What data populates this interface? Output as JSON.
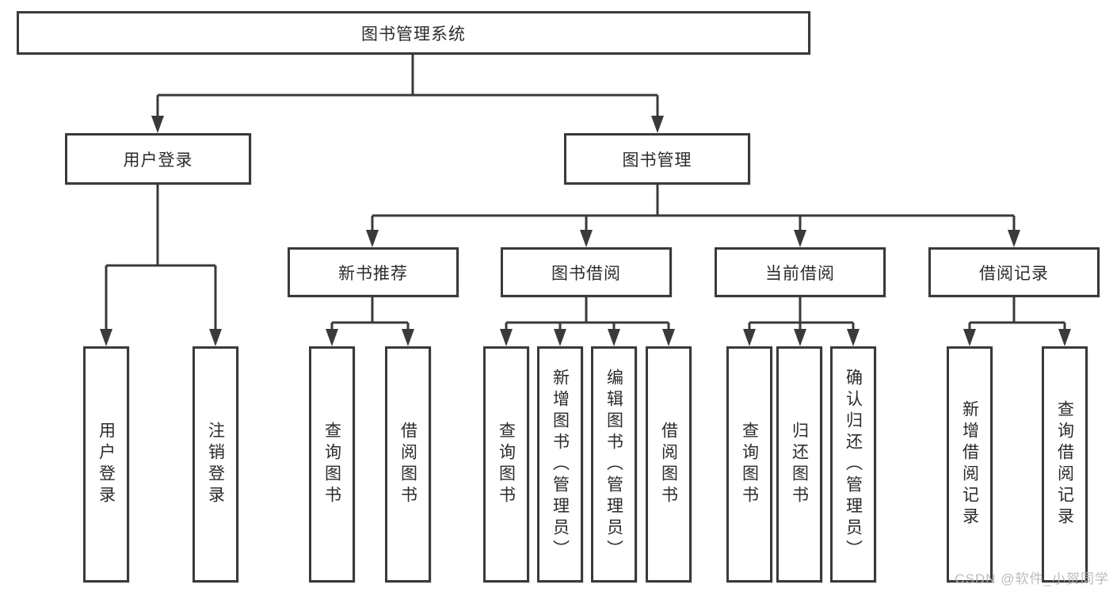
{
  "colors": {
    "line": "#3a3a3a",
    "text": "#2b2b2b",
    "watermark": "#b5b5b5"
  },
  "watermark": {
    "text": "CSDN @软件_小贺同学"
  },
  "tree": {
    "root": {
      "label": "图书管理系统"
    },
    "user_login": {
      "label": "用户登录",
      "children": [
        "用户登录",
        "注销登录"
      ]
    },
    "book_mgmt": {
      "label": "图书管理"
    },
    "new_book": {
      "label": "新书推荐",
      "children": [
        "查询图书",
        "借阅图书"
      ]
    },
    "book_borrow": {
      "label": "图书借阅",
      "children": [
        "查询图书",
        "新增图书（管理员）",
        "编辑图书（管理员）",
        "借阅图书"
      ]
    },
    "current_borrow": {
      "label": "当前借阅",
      "children": [
        "查询图书",
        "归还图书",
        "确认归还（管理员）"
      ]
    },
    "borrow_record": {
      "label": "借阅记录",
      "children": [
        "新增借阅记录",
        "查询借阅记录"
      ]
    }
  }
}
